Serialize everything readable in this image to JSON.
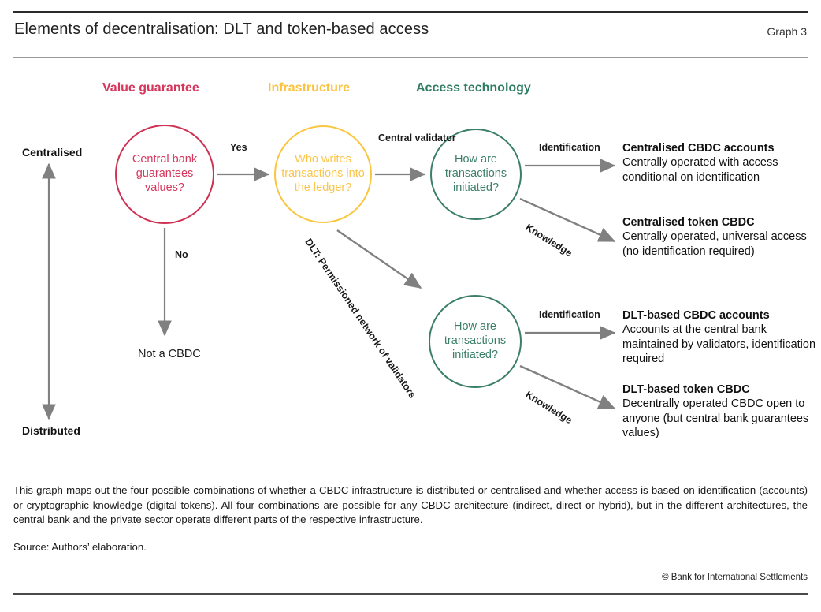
{
  "header": {
    "title": "Elements of decentralisation: DLT and token-based access",
    "graph_label": "Graph 3"
  },
  "columns": [
    {
      "label": "Value guarantee",
      "color": "#d6365c"
    },
    {
      "label": "Infrastructure",
      "color": "#fbc33f"
    },
    {
      "label": "Access technology",
      "color": "#2f7d63"
    }
  ],
  "axis": {
    "top_label": "Centralised",
    "bottom_label": "Distributed"
  },
  "nodes": {
    "value_guarantee": "Central bank guarantees values?",
    "infrastructure": "Who writes transactions into the ledger?",
    "access_top": "How are transactions initiated?",
    "access_bottom": "How are transactions initiated?"
  },
  "edge_labels": {
    "yes": "Yes",
    "no": "No",
    "central_validator": "Central validator",
    "dlt": "DLT: Permissioned network of validators",
    "identification_top": "Identification",
    "knowledge_top": "Knowledge",
    "identification_bottom": "Identification",
    "knowledge_bottom": "Knowledge"
  },
  "terminal": {
    "not_a_cbdc": "Not a CBDC"
  },
  "outcomes": [
    {
      "title": "Centralised CBDC accounts",
      "description": "Centrally operated with access conditional on identification"
    },
    {
      "title": "Centralised token CBDC",
      "description": "Centrally operated, universal access (no identification required)"
    },
    {
      "title": "DLT-based CBDC accounts",
      "description": "Accounts at the central bank maintained by validators, identification required"
    },
    {
      "title": "DLT-based token CBDC",
      "description": "Decentrally operated CBDC open to anyone (but central bank guarantees values)"
    }
  ],
  "footer": {
    "note": "This graph maps out the four possible combinations of whether a CBDC infrastructure is distributed or centralised and whether access is based on identification (accounts) or cryptographic knowledge (digital tokens). All four combinations are possible for any CBDC architecture (indirect, direct or hybrid), but in the different architectures, the central bank and the private sector operate different parts of the respective infrastructure.",
    "source": "Source: Authors’ elaboration.",
    "copyright": "© Bank for International Settlements"
  },
  "colors": {
    "red": "#d6365c",
    "yellow": "#fbc33f",
    "green": "#2f7d63",
    "arrow_gray": "#808080"
  }
}
